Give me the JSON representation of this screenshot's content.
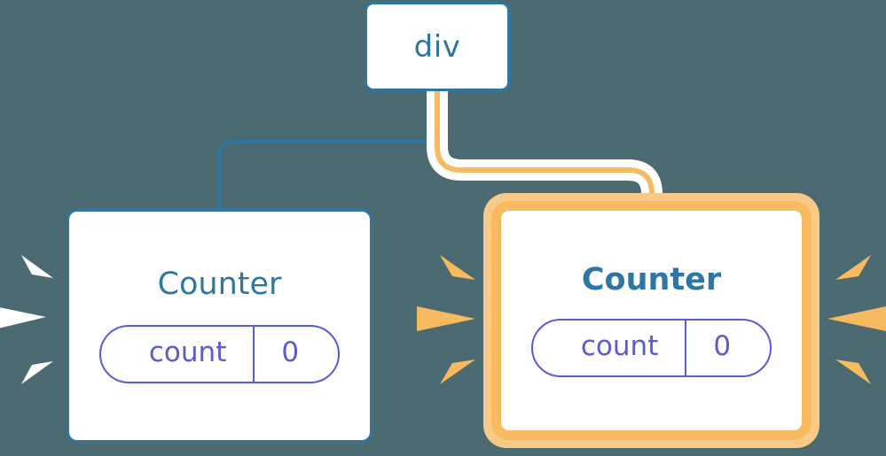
{
  "diagram": {
    "title": "Component tree with re-render highlight",
    "background_color": "#4c6a72",
    "accent_blue": "#2e77a3",
    "accent_orange": "#f8ba5f",
    "accent_orange_halo": "#f8c987",
    "accent_purple": "#5b5bd6",
    "node_fill": "#ffffff"
  },
  "nodes": {
    "root": {
      "label": "div",
      "border_color": "#2e77a3"
    },
    "counter_left": {
      "title": "Counter",
      "highlighted": false,
      "border_color": "#2e77a3",
      "state": {
        "key": "count",
        "value": "0",
        "color": "#5b5bd6"
      }
    },
    "counter_right": {
      "title": "Counter",
      "highlighted": true,
      "border_color": "#f8ba5f",
      "state": {
        "key": "count",
        "value": "0",
        "color": "#5b5bd6"
      }
    }
  },
  "edges": [
    {
      "name": "root-to-counter-left",
      "color": "#2e77a3",
      "highlighted": false
    },
    {
      "name": "root-to-counter-right",
      "color": "#f8ba5f",
      "highlighted": true
    }
  ],
  "sparkles": [
    {
      "name": "sparkle-left-of-counter-left",
      "color": "#ffffff",
      "direction": "left",
      "rays": 3
    },
    {
      "name": "sparkle-left-of-counter-right",
      "color": "#f8ba5f",
      "direction": "left",
      "rays": 3
    },
    {
      "name": "sparkle-right-of-counter-right",
      "color": "#f8ba5f",
      "direction": "right",
      "rays": 3
    }
  ]
}
